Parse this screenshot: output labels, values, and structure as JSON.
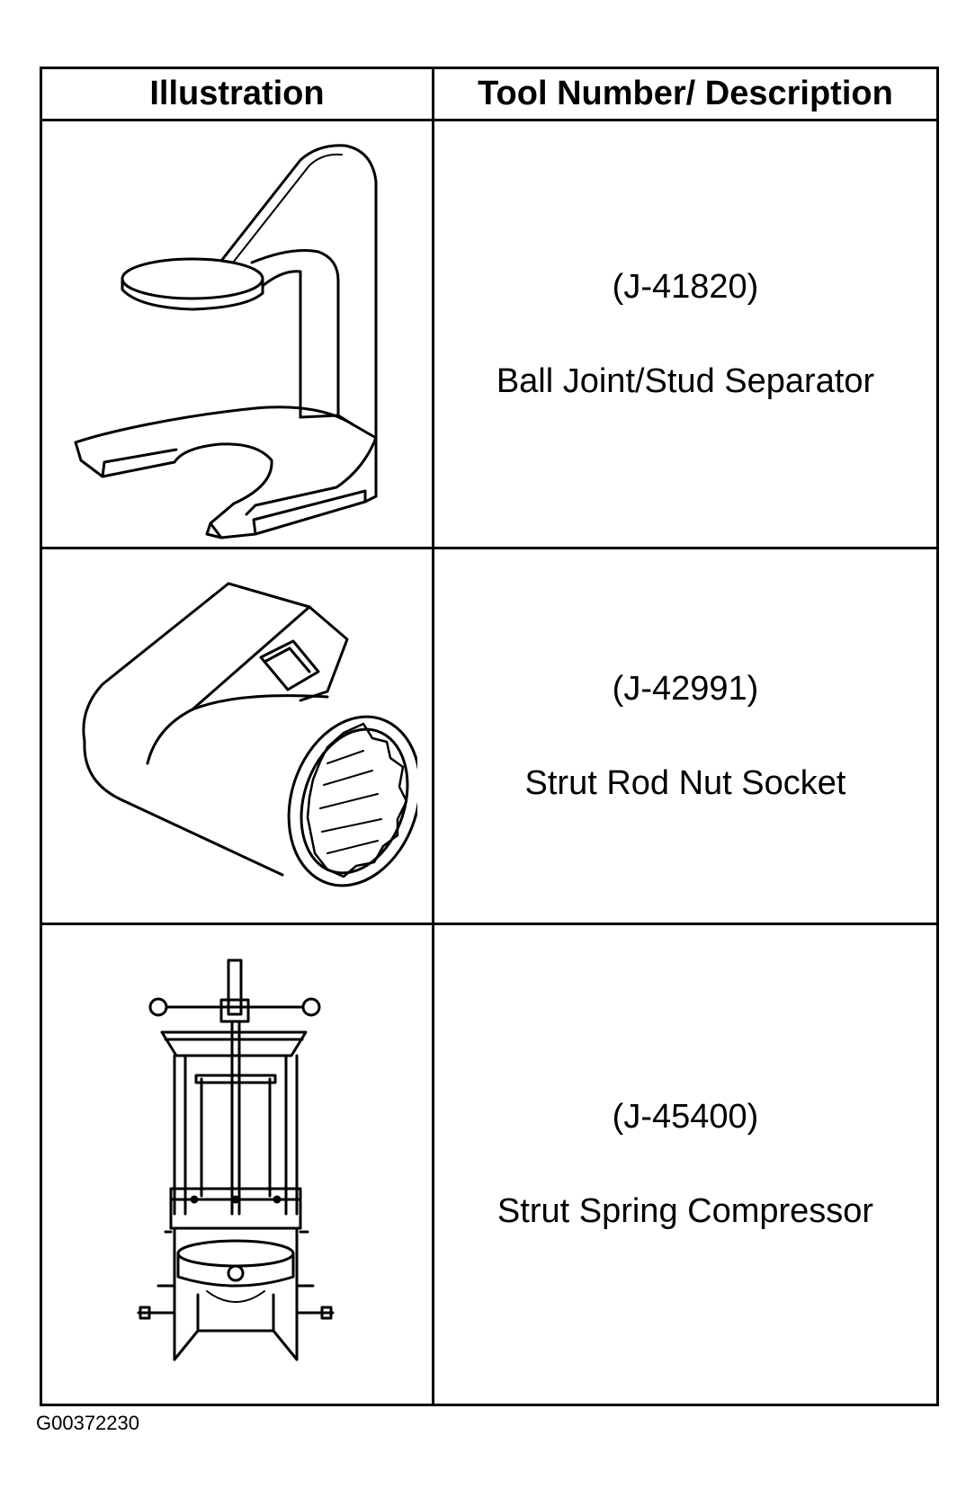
{
  "table": {
    "headers": {
      "illustration": "Illustration",
      "description": "Tool Number/ Description"
    },
    "rows": [
      {
        "tool_number": "(J-41820)",
        "description": "Ball Joint/Stud Separator",
        "icon": "ball-joint-separator-icon"
      },
      {
        "tool_number": "(J-42991)",
        "description": "Strut Rod Nut Socket",
        "icon": "strut-rod-nut-socket-icon"
      },
      {
        "tool_number": "(J-45400)",
        "description": "Strut Spring Compressor",
        "icon": "strut-spring-compressor-icon"
      }
    ]
  },
  "figure_code": "G00372230"
}
